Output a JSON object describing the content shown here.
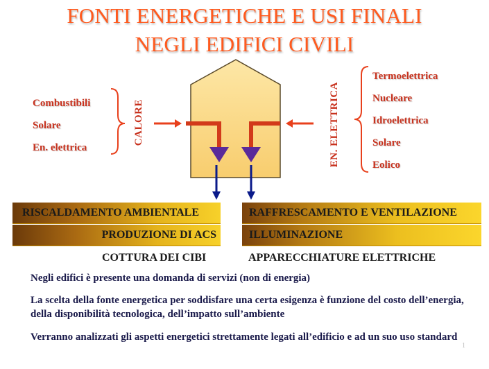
{
  "title": {
    "line1": "FONTI ENERGETICHE E USI FINALI",
    "line2": "NEGLI EDIFICI CIVILI"
  },
  "heat_sources": [
    "Combustibili",
    "Solare",
    "En. elettrica"
  ],
  "heat_label": "CALORE",
  "electric_label": "EN. ELETTRICA",
  "electric_sources": [
    "Termoelettrica",
    "Nucleare",
    "Idroelettrica",
    "Solare",
    "Eolico"
  ],
  "uses_left": [
    "RISCALDAMENTO AMBIENTALE",
    "PRODUZIONE DI ACS",
    "COTTURA DEI CIBI"
  ],
  "uses_right": [
    "RAFFRESCAMENTO E VENTILAZIONE",
    "ILLUMINAZIONE",
    "APPARECCHIATURE ELETTRICHE"
  ],
  "notes": [
    "Negli edifici è presente una domanda di servizi (non di energia)",
    "La scelta della fonte energetica per soddisfare una certa esigenza è funzione del costo dell’energia, della disponibilità tecnologica, dell’impatto sull’ambiente",
    "Verranno analizzati gli aspetti energetici strettamente legati all’edificio e ad un suo uso standard"
  ],
  "page_number": "1",
  "colors": {
    "title": "#ff5a1e",
    "source_text": "#c8321e",
    "house_fill": "#fbd980",
    "arrow_red": "#e8401c",
    "arrow_blue": "#0a1a8a",
    "arrowhead_purple": "#5a2a9a",
    "bar_gold": "#f7d12a",
    "bar_brown": "#6b3a0a"
  }
}
